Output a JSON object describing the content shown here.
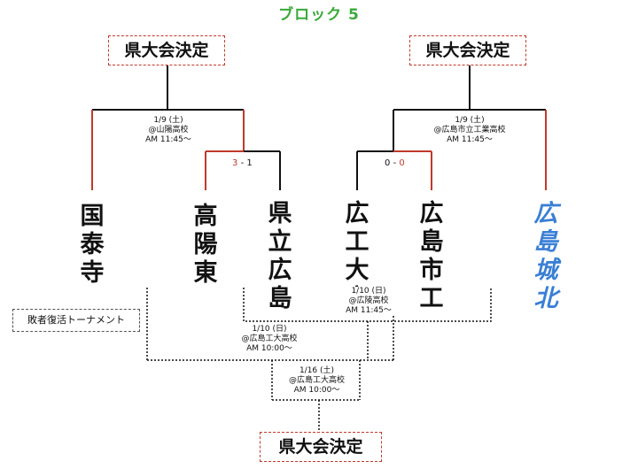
{
  "title": "ブロック 5",
  "qualify_label": "県大会決定",
  "consolation_label": "敗者復活トーナメント",
  "teams": [
    {
      "name": "国泰寺",
      "advanced": false
    },
    {
      "name": "高陽東",
      "advanced": false
    },
    {
      "name": "県立広島",
      "advanced": false
    },
    {
      "name": "広工大高",
      "advanced": false
    },
    {
      "name": "広島市工",
      "advanced": false
    },
    {
      "name": "広島城北",
      "advanced": true
    }
  ],
  "matches": {
    "left_final": {
      "date": "1/9 (土)",
      "venue": "@山陽高校",
      "time": "AM 11:45〜"
    },
    "left_semi": {
      "score_a": "3",
      "sep": "-",
      "score_b": "1"
    },
    "right_final": {
      "date": "1/9 (土)",
      "venue": "@広島市立工業高校",
      "time": "AM 11:45〜"
    },
    "right_semi": {
      "score_a": "0",
      "sep": "-",
      "score_b": "0"
    },
    "consol_r1": {
      "date": "1/10 (日)",
      "venue": "@広陵高校",
      "time": "AM 11:45〜"
    },
    "consol_r2": {
      "date": "1/10 (日)",
      "venue": "@広島工大高校",
      "time": "AM 10:00〜"
    },
    "consol_final": {
      "date": "1/16 (土)",
      "venue": "@広島工大高校",
      "time": "AM 10:00〜"
    }
  },
  "colors": {
    "winner_line": "#c0392b",
    "line": "#111111",
    "title": "#3aa93a",
    "advanced_team": "#3a7fd5"
  }
}
